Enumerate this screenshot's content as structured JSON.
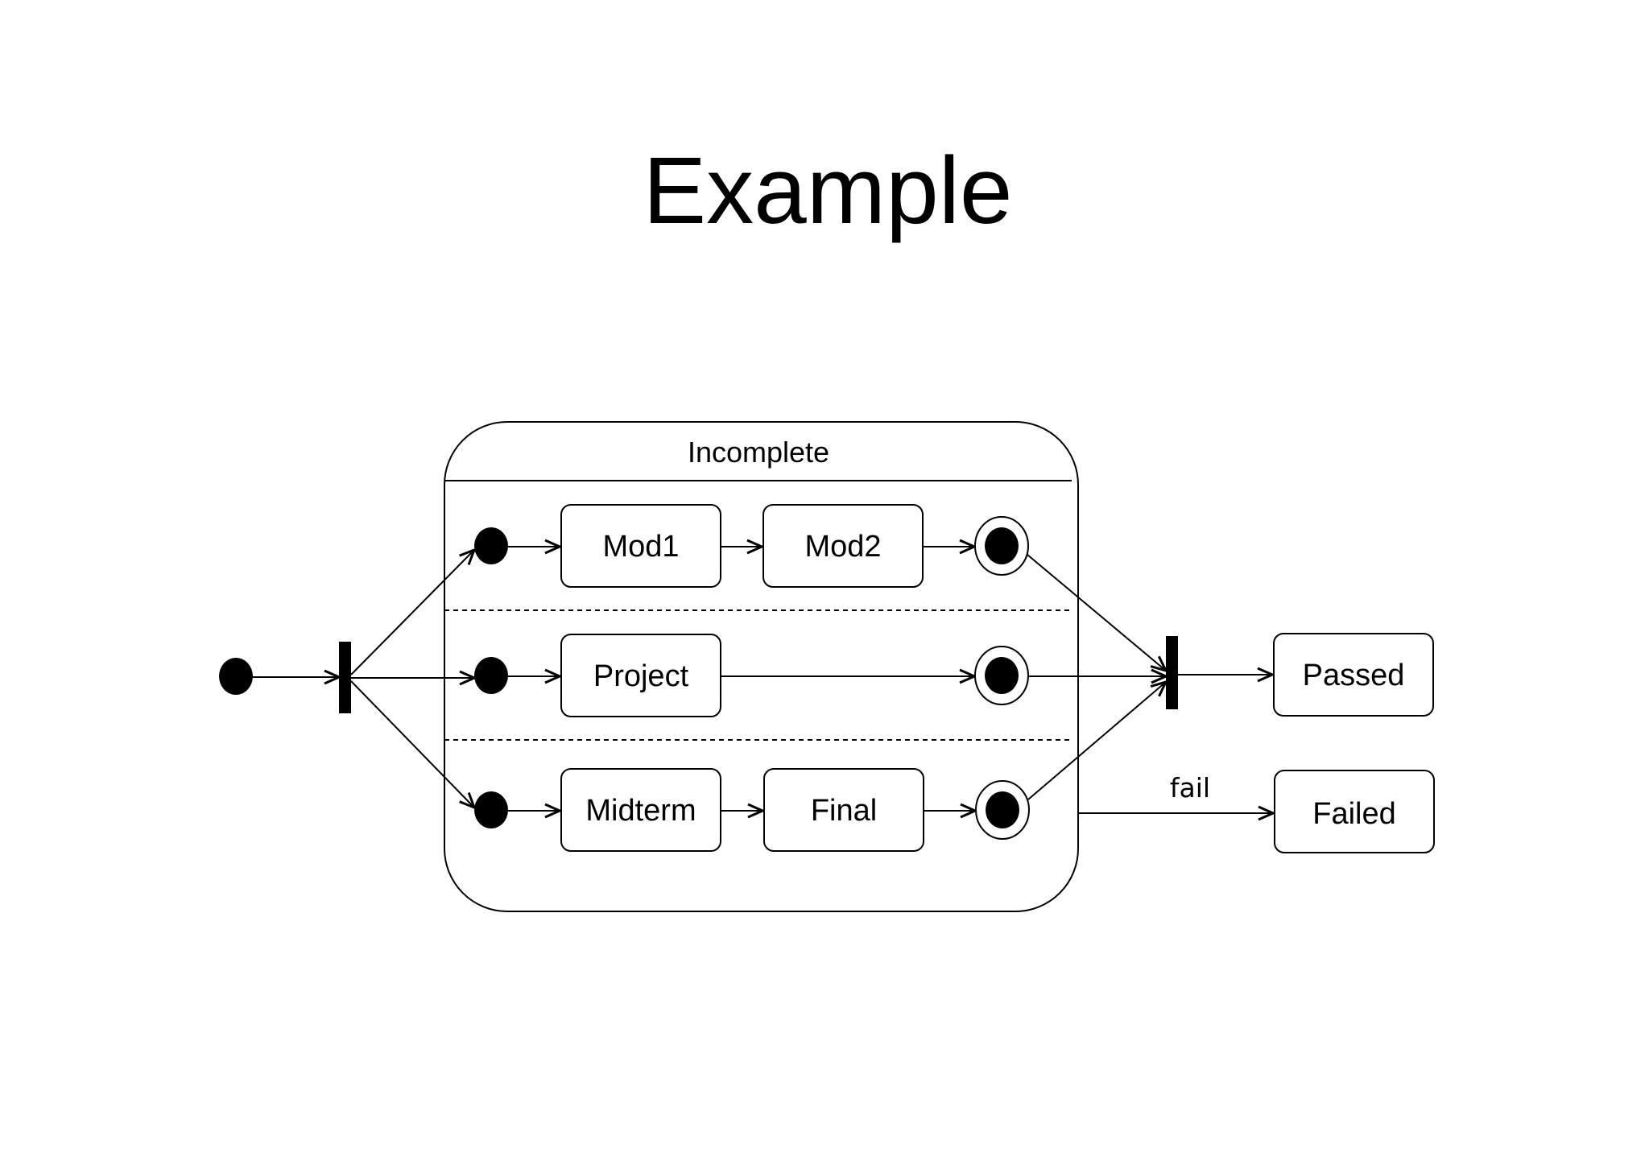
{
  "title": "Example",
  "composite_state": {
    "name": "Incomplete",
    "regions": [
      {
        "states": [
          "Mod1",
          "Mod2"
        ]
      },
      {
        "states": [
          "Project"
        ]
      },
      {
        "states": [
          "Midterm",
          "Final"
        ]
      }
    ]
  },
  "outside_states": {
    "passed": "Passed",
    "failed": "Failed"
  },
  "transition_labels": {
    "fail": "fail"
  }
}
